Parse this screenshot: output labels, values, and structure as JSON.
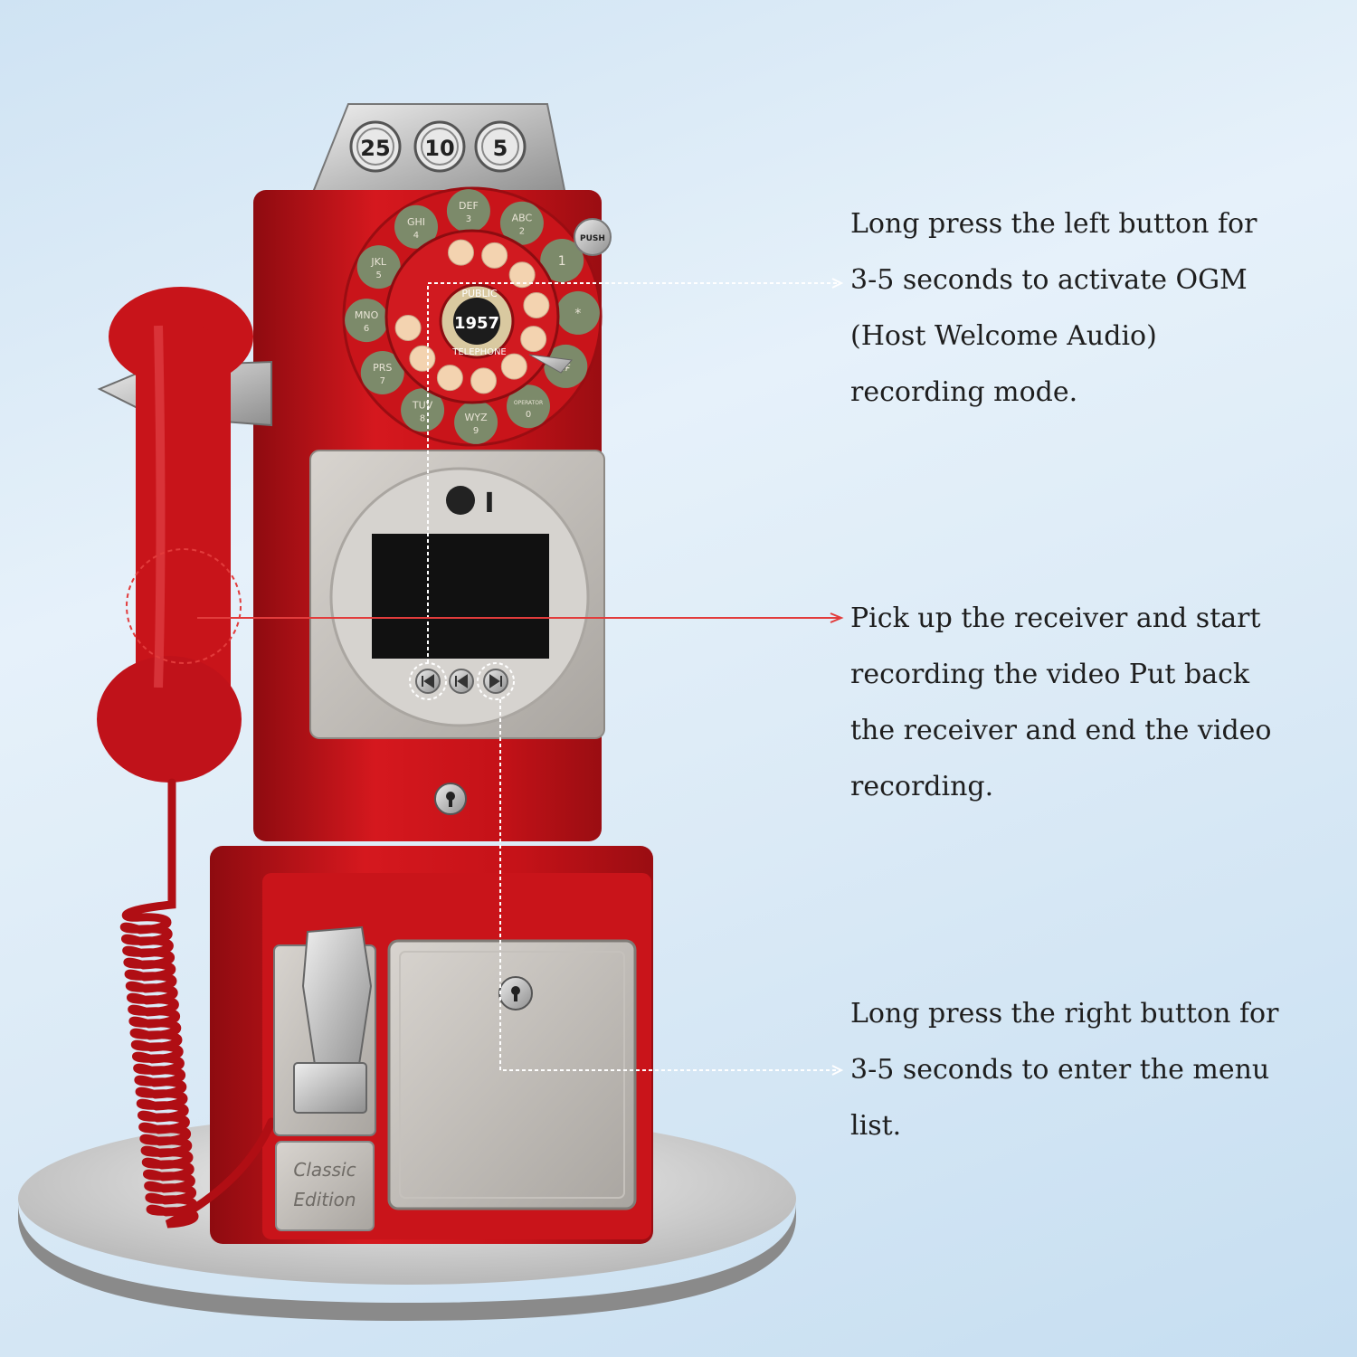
{
  "annotations": [
    {
      "id": "ogm",
      "text": "Long press the left button for 3-5 seconds to activate OGM (Host Welcome Audio) recording mode."
    },
    {
      "id": "receiver",
      "text": "Pick up the receiver and start recording the video Put back the receiver and end the video recording."
    },
    {
      "id": "menu",
      "text": "Long press the right button for 3-5 seconds to enter the menu list."
    }
  ],
  "coin_slots": [
    "25",
    "10",
    "5"
  ],
  "dial": {
    "center_label": "1957",
    "ring_text_top": "PUBLIC",
    "ring_text_bottom": "TELEPHONE",
    "keys": [
      {
        "letters": "ABC",
        "digit": "2"
      },
      {
        "letters": "",
        "digit": "1"
      },
      {
        "letters": "",
        "digit": "*"
      },
      {
        "letters": "",
        "digit": "#"
      },
      {
        "letters": "OPERATOR",
        "digit": "0"
      },
      {
        "letters": "WYZ",
        "digit": "9"
      },
      {
        "letters": "TUV",
        "digit": "8"
      },
      {
        "letters": "PRS",
        "digit": "7"
      },
      {
        "letters": "MNO",
        "digit": "6"
      },
      {
        "letters": "JKL",
        "digit": "5"
      },
      {
        "letters": "GHI",
        "digit": "4"
      },
      {
        "letters": "DEF",
        "digit": "3"
      }
    ]
  },
  "push_button_label": "PUSH",
  "power_mark": "I",
  "logo_plate": "Classic Edition",
  "colors": {
    "phone_red": "#c8141a",
    "dial_green": "#7c8a6a",
    "chrome": "#c9c9c9",
    "callout_red": "#e23c3c",
    "callout_white": "#ffffff"
  }
}
